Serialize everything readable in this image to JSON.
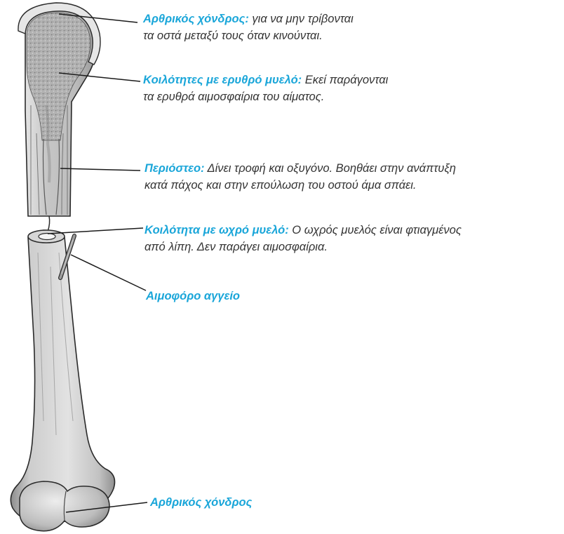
{
  "labels": [
    {
      "term": "Αρθρικός χόνδρος",
      "separator": ":",
      "line1": " για να μην τρίβονται",
      "line2": "τα οστά μεταξύ τους όταν κινούνται."
    },
    {
      "term": "Κοιλότητες με ερυθρό μυελό:",
      "line1": " Εκεί παράγονται",
      "line2": "τα ερυθρά αιμοσφαίρια του αίματος."
    },
    {
      "term": "Περιόστεο:",
      "line1": " Δίνει τροφή και οξυγόνο. Βοηθάει στην ανάπτυξη",
      "line2": "κατά πάχος και στην επούλωση του οστού άμα σπάει."
    },
    {
      "term": "Κοιλότητα με ωχρό μυελό:",
      "line1": " Ο ωχρός μυελός είναι φτιαγμένος",
      "line2": "από λίπη. Δεν παράγει αιμοσφαίρια."
    },
    {
      "term": "Αιμοφόρο αγγείο"
    },
    {
      "term": "Αρθρικός χόνδρος"
    }
  ],
  "colors": {
    "term": "#1aa6d9",
    "text": "#333333",
    "bone_shaft": "#c9c9c9",
    "spongy_bone": "#a9a9a9",
    "cartilage": "#dcdcdc",
    "outline": "#2a2a2a"
  }
}
